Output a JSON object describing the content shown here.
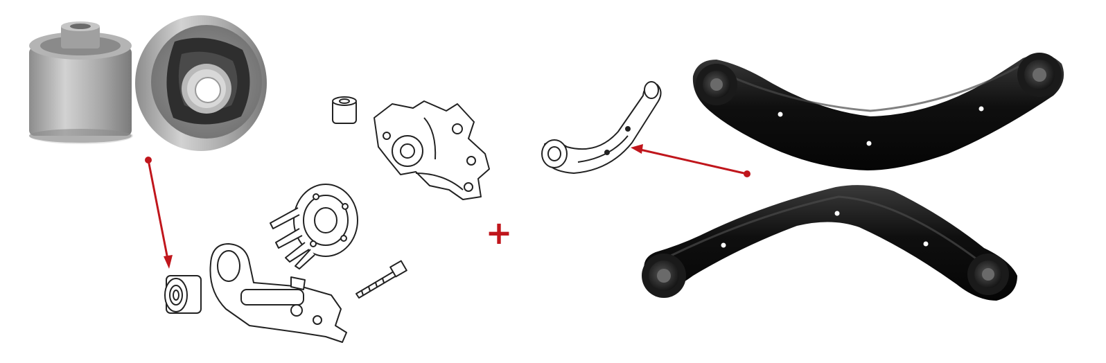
{
  "plus_label": "+",
  "colors": {
    "background": "#ffffff",
    "accent_red": "#c0161c",
    "metal_light": "#c8c8c8",
    "metal_mid": "#9a9a9a",
    "metal_dark": "#5a5a5a",
    "rubber": "#2a2a2a",
    "arm_black": "#111111",
    "arm_highlight": "#3a3a3a",
    "sketch_line": "#222222"
  },
  "illustrations": [
    {
      "name": "bushing-photo-pair",
      "icon": "rubber-bushing-photo"
    },
    {
      "name": "trailing-arm-exploded-diagram",
      "icon": "suspension-diagram"
    },
    {
      "name": "upper-control-arm-sketch",
      "icon": "control-arm-sketch"
    },
    {
      "name": "control-arm-photo-pair",
      "icon": "control-arm-photo"
    }
  ]
}
